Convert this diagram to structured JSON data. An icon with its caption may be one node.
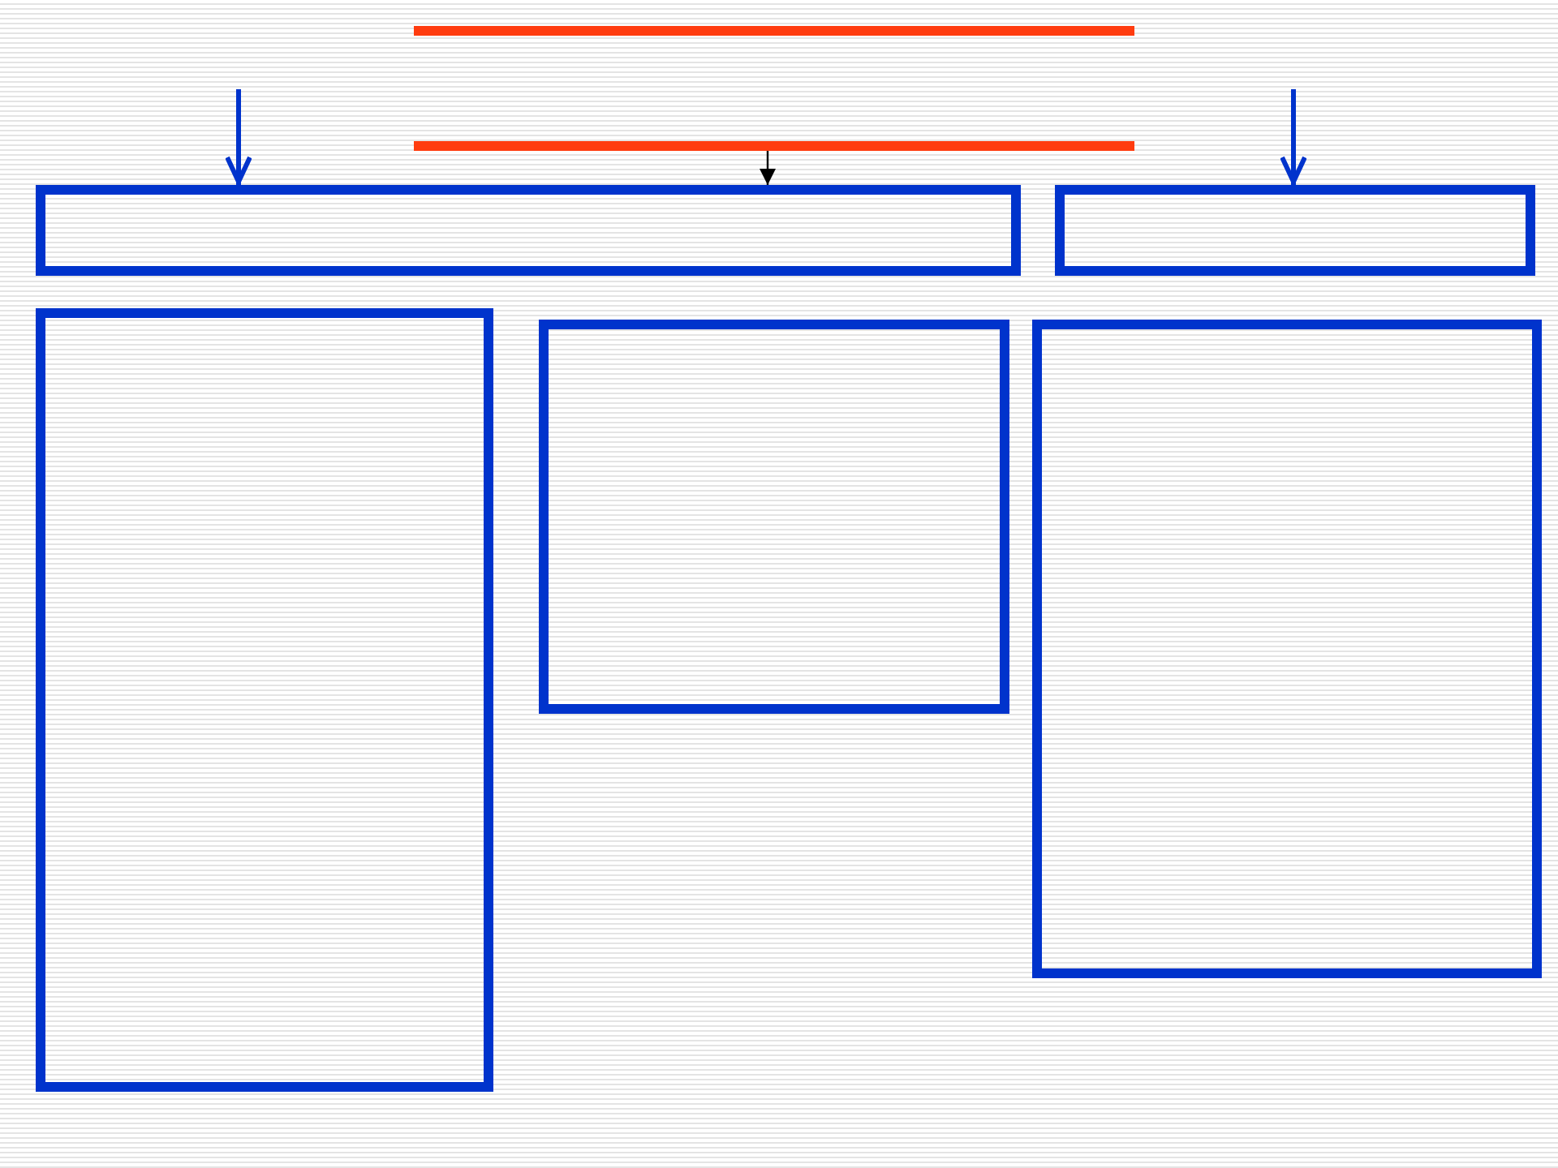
{
  "diagram": {
    "nodes": [
      {
        "text": [],
        "shape": "band"
      },
      {
        "text": [],
        "shape": "box"
      },
      {
        "text": [],
        "shape": "box"
      },
      {
        "text": [],
        "shape": "box"
      },
      {
        "text": [],
        "shape": "box"
      },
      {
        "text": [],
        "shape": "box"
      }
    ],
    "edges": [
      {
        "from": null,
        "to": 1,
        "arrow": "to"
      },
      {
        "from": 0,
        "to": 1,
        "arrow": "to",
        "color": "#000000"
      },
      {
        "from": null,
        "to": 2,
        "arrow": "to"
      }
    ]
  }
}
